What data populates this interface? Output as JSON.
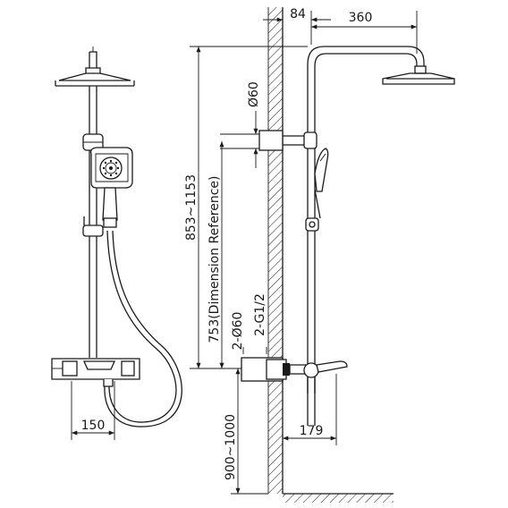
{
  "dimensions": {
    "wall_offset": "84",
    "head_reach": "360",
    "pipe_diameter": "Ø60",
    "height_range": "853~1153",
    "reference_height": "753(Dimension Reference)",
    "pipe_diameter_pair": "2-Ø60",
    "thread_size": "2-G1/2",
    "mount_height": "900~1000",
    "outlet_reach": "179",
    "mixer_center": "150"
  },
  "colors": {
    "line": "#1a1a1a",
    "wall_hatch": "#1a1a1a",
    "background": "#ffffff"
  }
}
